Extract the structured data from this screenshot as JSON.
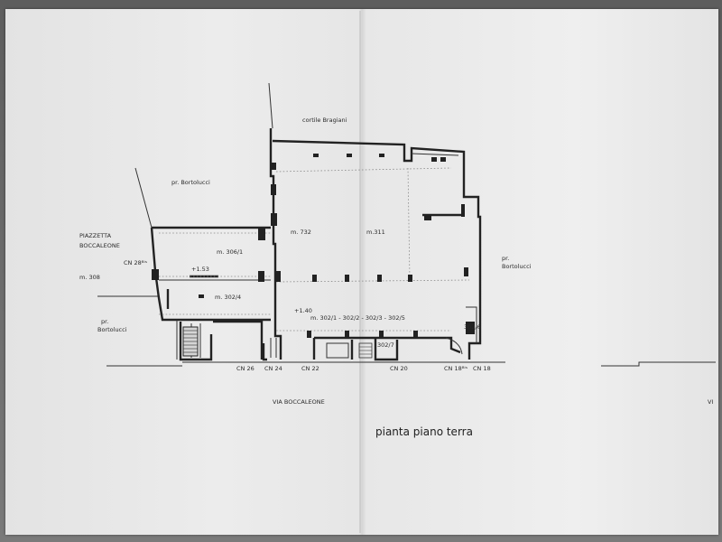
{
  "drawing": {
    "title": "pianta piano terra",
    "street": "VIA   BOCCALEONE",
    "street_fragment": "VI",
    "courtyard": "cortile  Bragiani",
    "square_line1": "PIAZZETTA",
    "square_line2": "BOCCALEONE"
  },
  "property_labels": {
    "bortolucci_top": "pr. Bortolucci",
    "bortolucci_right_line1": "pr.",
    "bortolucci_right_line2": "Bortolucci",
    "bortolucci_left_line1": "pr.",
    "bortolucci_left_line2": "Bortolucci"
  },
  "parcels": {
    "m732": "m. 732",
    "m311": "m.311",
    "m306_1": "m. 306/1",
    "m302_4": "m. 302/4",
    "m308": "m. 308",
    "m302_multi": "m. 302/1 - 302/2 - 302/3 - 302/5",
    "m302_7": "302/7",
    "m302_6": "302/6"
  },
  "levels": {
    "level_left": "+1.53",
    "level_center": "+1.40"
  },
  "civic_numbers": {
    "cn28": "CN 28ᴮⁱˢ",
    "cn26": "CN 26",
    "cn24": "CN 24",
    "cn22": "CN 22",
    "cn20": "CN 20",
    "cn18bis": "CN 18ᴮⁱˢ",
    "cn18": "CN 18"
  }
}
